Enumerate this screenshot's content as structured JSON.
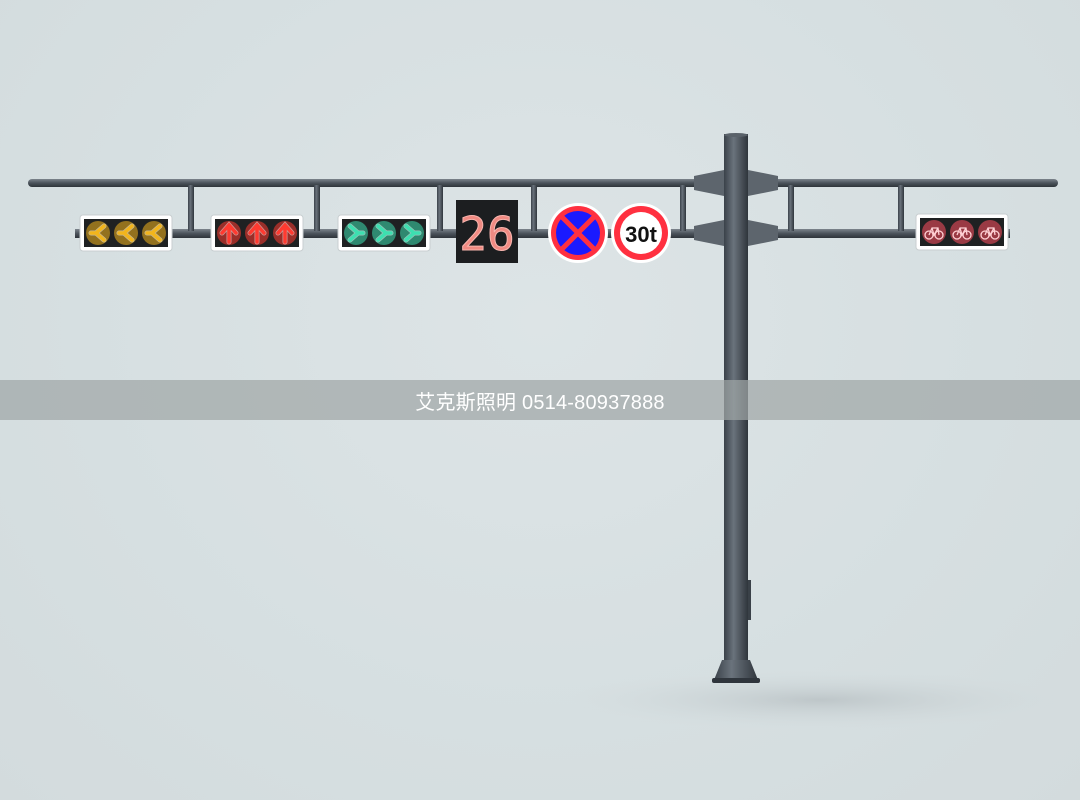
{
  "watermark": {
    "text": "艾克斯照明 0514-80937888"
  },
  "signals": [
    {
      "type": "left-arrow",
      "color": "#f2b51c",
      "count": 3
    },
    {
      "type": "up-arrow",
      "color": "#ff3a30",
      "count": 3
    },
    {
      "type": "right-arrow",
      "color": "#3de0b0",
      "count": 3
    },
    {
      "type": "bicycle",
      "color": "#ff5060",
      "count": 3
    }
  ],
  "countdown": {
    "value": "26",
    "color": "#f08a82"
  },
  "signs": {
    "no_parking": {
      "fill": "#1a1aff",
      "ring": "#ff3040"
    },
    "weight_limit": {
      "text": "30t",
      "ring": "#ff3040"
    }
  },
  "pole_color": "#4a525b"
}
